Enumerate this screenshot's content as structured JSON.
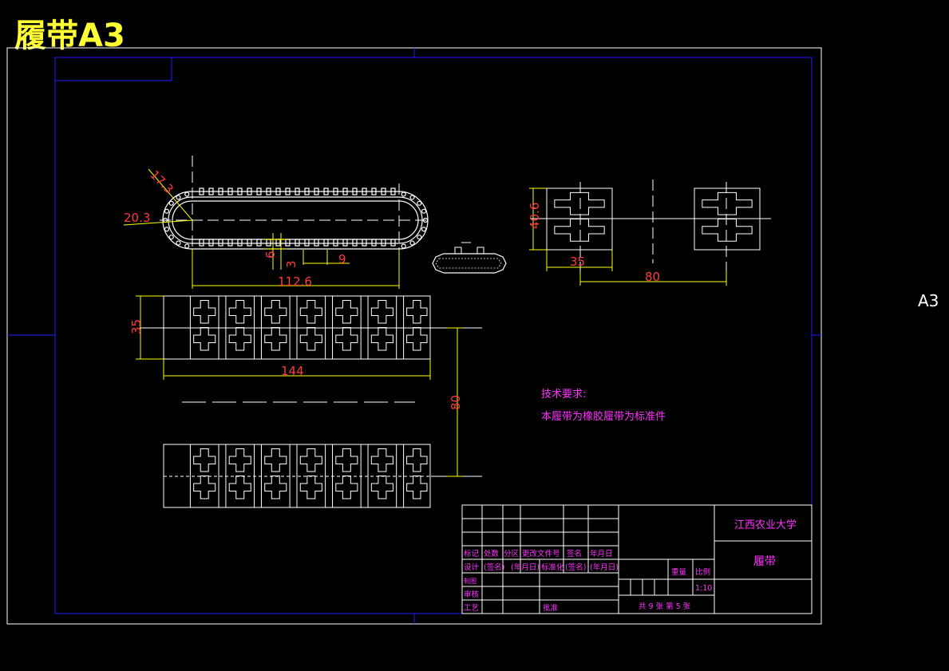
{
  "sheet": {
    "title": "履带A3",
    "side_label": "A3"
  },
  "dimensions": {
    "radius_outer": "17.3",
    "radius_inner": "20.3",
    "tooth_height": "6",
    "tooth_gap": "3",
    "tooth_pitch": "9",
    "track_length": "112.6",
    "block_height": "40.6",
    "block_width": "35",
    "block_spacing": "80",
    "strip_height": "35",
    "strip_length": "144",
    "strip_spacing": "80"
  },
  "notes": {
    "heading": "技术要求:",
    "line1": "本履带为橡胶履带为标准件"
  },
  "title_block": {
    "school": "江西农业大学",
    "part_name": "履带",
    "header_row": [
      "标记",
      "处数",
      "分区",
      "更改文件号",
      "签名",
      "年月日"
    ],
    "design_row": [
      "设计",
      "(签名)",
      "(年月日)",
      "标准化",
      "(签名)",
      "(年月日)"
    ],
    "check_label": "审核",
    "process_label": "工艺",
    "draw_label": "制图",
    "approve_label": "批准",
    "weight_label": "重量",
    "scale_label": "比例",
    "scale_value": "1:10",
    "sheet_info": "共 9 张 第 5 张"
  },
  "colors": {
    "frame": "#ffffff",
    "border": "#0000ff",
    "geometry": "#ffffff",
    "dimension": "#ff2020",
    "dimension_line": "#ffff00",
    "text": "#ff33ff",
    "title": "#ffff33"
  }
}
